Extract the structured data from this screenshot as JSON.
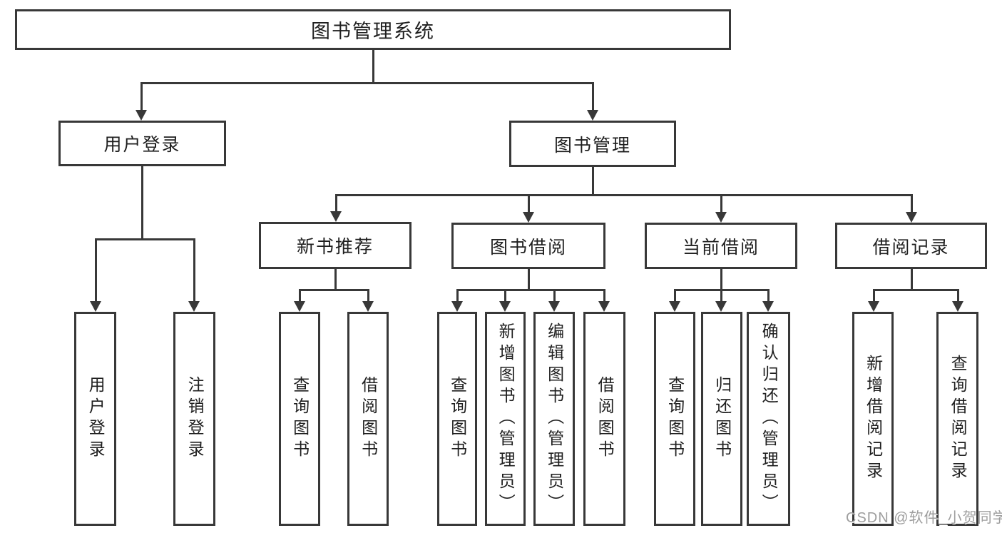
{
  "diagram": {
    "root": {
      "label": "图书管理系统"
    },
    "level2": [
      {
        "label": "用户登录"
      },
      {
        "label": "图书管理"
      }
    ],
    "level3": [
      {
        "label": "新书推荐"
      },
      {
        "label": "图书借阅"
      },
      {
        "label": "当前借阅"
      },
      {
        "label": "借阅记录"
      }
    ],
    "leaves": [
      {
        "label": "用户登录"
      },
      {
        "label": "注销登录"
      },
      {
        "label": "查询图书"
      },
      {
        "label": "借阅图书"
      },
      {
        "label": "查询图书"
      },
      {
        "label": "新增图书（管理员）"
      },
      {
        "label": "编辑图书（管理员）"
      },
      {
        "label": "借阅图书"
      },
      {
        "label": "查询图书"
      },
      {
        "label": "归还图书"
      },
      {
        "label": "确认归还（管理员）"
      },
      {
        "label": "新增借阅记录"
      },
      {
        "label": "查询借阅记录"
      }
    ],
    "watermark": "CSDN @软件_小贺同学",
    "colors": {
      "line": "#383838",
      "text": "#1f1f1f",
      "watermark": "#9e9e9e",
      "background": "#ffffff"
    }
  }
}
